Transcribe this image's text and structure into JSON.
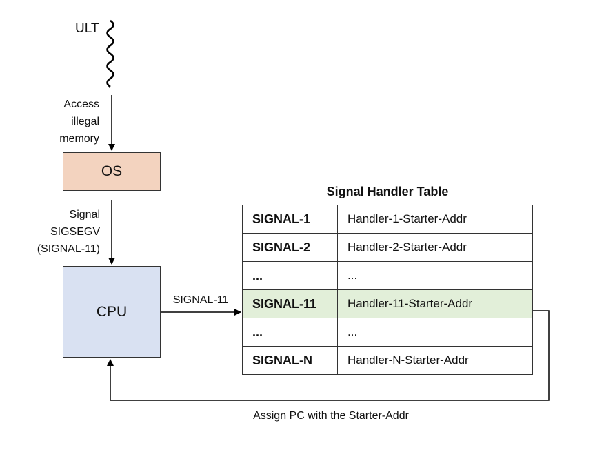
{
  "ult": {
    "label": "ULT"
  },
  "step1": {
    "lines": [
      "Access",
      "illegal",
      "memory"
    ]
  },
  "os": {
    "label": "OS"
  },
  "step2": {
    "lines": [
      "Signal",
      "SIGSEGV",
      "(SIGNAL-11)"
    ]
  },
  "cpu": {
    "label": "CPU"
  },
  "dispatch": {
    "label": "SIGNAL-11"
  },
  "table": {
    "title": "Signal Handler Table",
    "highlight_color": "#e2efd9",
    "rows": [
      {
        "signal": "SIGNAL-1",
        "handler": "Handler-1-Starter-Addr",
        "highlight": false
      },
      {
        "signal": "SIGNAL-2",
        "handler": "Handler-2-Starter-Addr",
        "highlight": false
      },
      {
        "signal": "...",
        "handler": "...",
        "highlight": false
      },
      {
        "signal": "SIGNAL-11",
        "handler": "Handler-11-Starter-Addr",
        "highlight": true
      },
      {
        "signal": "...",
        "handler": "...",
        "highlight": false
      },
      {
        "signal": "SIGNAL-N",
        "handler": "Handler-N-Starter-Addr",
        "highlight": false
      }
    ]
  },
  "return_path": {
    "label": "Assign PC with the Starter-Addr"
  },
  "colors": {
    "os_fill": "#f3d3bf",
    "cpu_fill": "#d9e1f2",
    "line": "#000000"
  }
}
